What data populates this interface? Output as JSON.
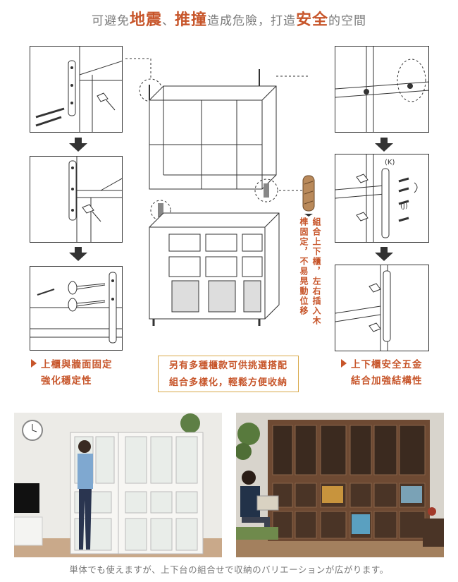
{
  "headline": {
    "p1": "可避免",
    "em1": "地震",
    "sep": "、",
    "em2": "推撞",
    "p2": "造成危險，打造",
    "em3": "安全",
    "p3": "的空間"
  },
  "captions": {
    "left_line1": "上櫃與牆面固定",
    "left_line2": "強化穩定性",
    "center_line1": "另有多種櫃款可供挑選搭配",
    "center_line2": "組合多樣化，輕鬆方便收納",
    "right_line1": "上下櫃安全五金",
    "right_line2": "結合加強結構性"
  },
  "dowel_note": {
    "col1": "組合上下櫃，左右插入木",
    "col2": "榫固定，不易晃動位移"
  },
  "hardware_labels": {
    "k": "(K)",
    "j": "(J)"
  },
  "footer": "単体でも使えますが、上下台の組合せで収納のバリエーションが広がります。",
  "colors": {
    "accent": "#c7552a",
    "box_border": "#d9a94a",
    "line": "#333333"
  }
}
